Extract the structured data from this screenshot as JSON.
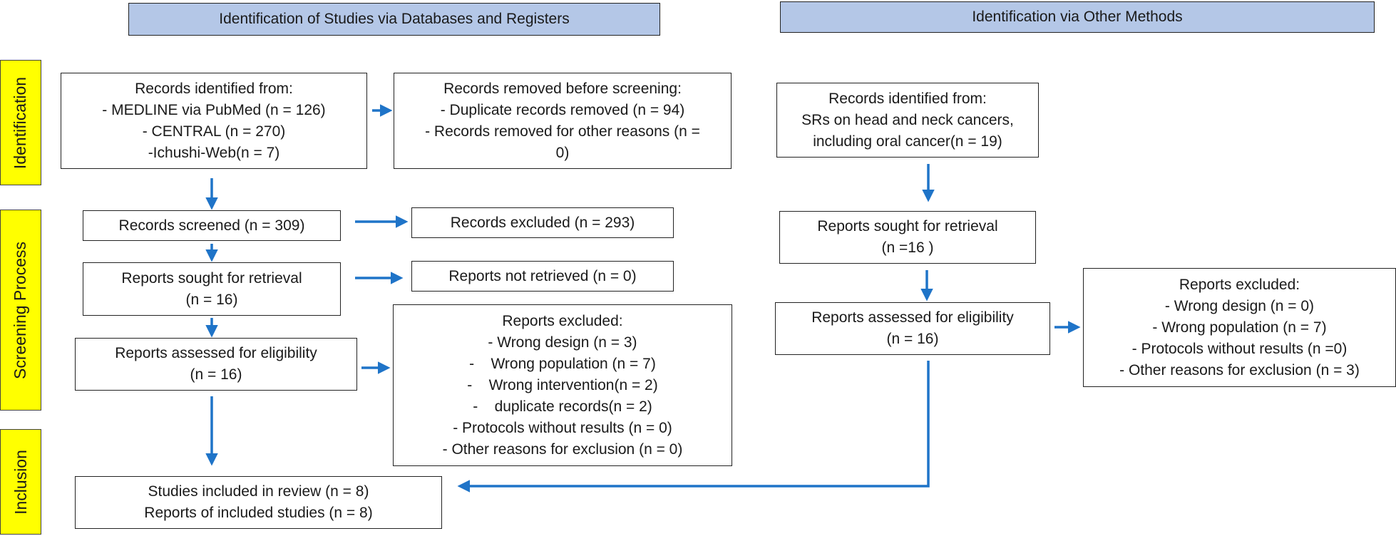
{
  "headers": {
    "databases": "Identification of Studies via Databases and Registers",
    "other": "Identification via Other Methods"
  },
  "phases": {
    "identification": "Identification",
    "screening": "Screening Process",
    "inclusion": "Inclusion"
  },
  "boxes": {
    "records_identified": [
      "Records identified from:",
      "- MEDLINE via PubMed (n = 126)",
      "- CENTRAL (n = 270)",
      "-Ichushi-Web(n = 7)"
    ],
    "records_removed": [
      "Records removed before screening:",
      "- Duplicate records removed (n = 94)",
      "- Records removed for other reasons (n =",
      "0)"
    ],
    "records_screened": [
      "Records screened (n = 309)"
    ],
    "records_excluded": [
      "Records excluded (n = 293)"
    ],
    "reports_sought": [
      "Reports sought for retrieval",
      "(n = 16)"
    ],
    "reports_not_retrieved": [
      "Reports not retrieved (n = 0)"
    ],
    "reports_assessed": [
      "Reports assessed for eligibility",
      "(n = 16)"
    ],
    "reports_excluded": [
      "Reports excluded:",
      "- Wrong design (n = 3)",
      "-    Wrong population (n = 7)",
      "-    Wrong intervention(n = 2)",
      "-    duplicate records(n = 2)",
      "- Protocols without results (n = 0)",
      "- Other reasons for exclusion (n = 0)"
    ],
    "studies_included": [
      "Studies included in review (n = 8)",
      "Reports of included studies (n = 8)"
    ],
    "other_identified": [
      "Records identified from:",
      "SRs on head and neck cancers,",
      "including oral cancer(n = 19)"
    ],
    "other_sought": [
      "Reports sought for retrieval",
      "(n =16 )"
    ],
    "other_assessed": [
      "Reports assessed for eligibility",
      "(n = 16)"
    ],
    "other_excluded": [
      "Reports excluded:",
      "- Wrong design (n = 0)",
      "- Wrong population (n = 7)",
      "- Protocols without results (n =0)",
      "- Other reasons for exclusion (n = 3)"
    ]
  },
  "colors": {
    "arrow": "#1f74c8",
    "header": "#b4c7e7",
    "phase": "#ffff00"
  }
}
